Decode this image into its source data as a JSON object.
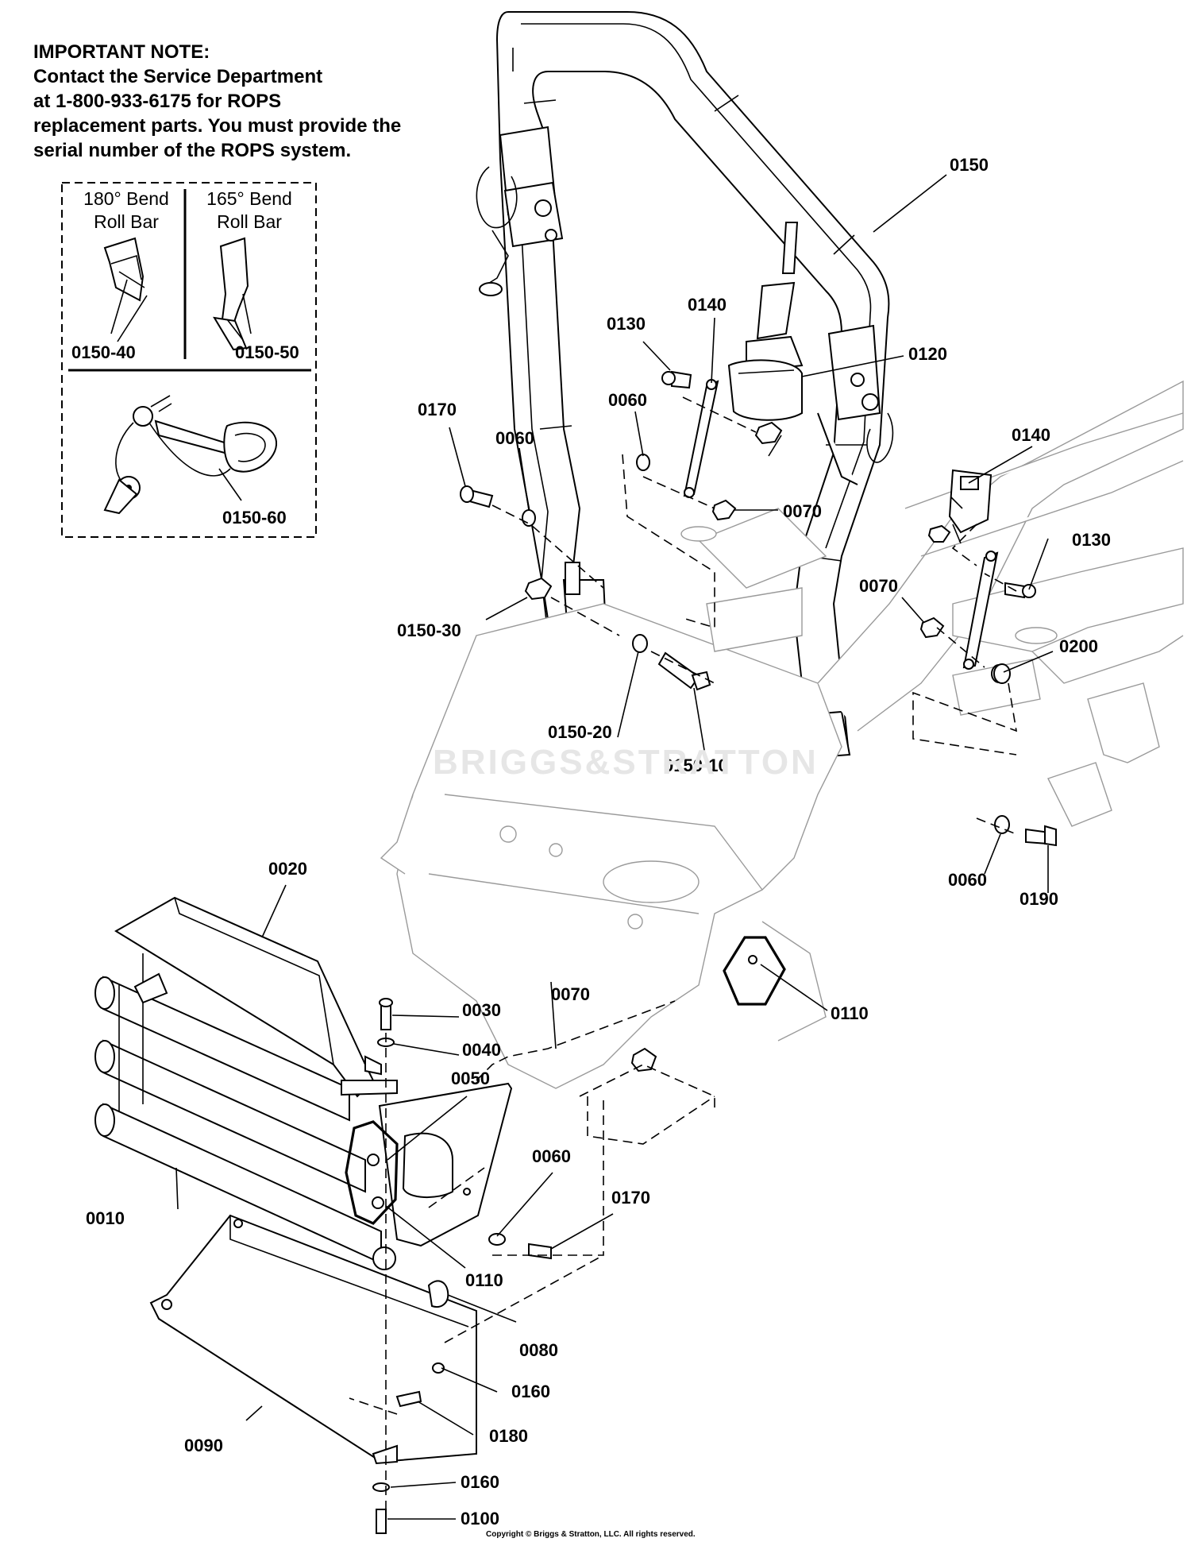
{
  "note": {
    "heading": "IMPORTANT NOTE:",
    "line1": "Contact the Service Department",
    "line2": "at 1-800-933-6175 for ROPS",
    "line3": "replacement parts. You must provide the",
    "line4": "serial number of the ROPS system."
  },
  "inset": {
    "left_title_1": "180° Bend",
    "left_title_2": "Roll Bar",
    "right_title_1": "165° Bend",
    "right_title_2": "Roll Bar",
    "left_part": "0150-40",
    "right_part": "0150-50",
    "bottom_part": "0150-60"
  },
  "callouts": {
    "c0150": "0150",
    "c0140a": "0140",
    "c0130a": "0130",
    "c0120": "0120",
    "c0060a": "0060",
    "c0170a": "0170",
    "c0060b": "0060",
    "c0070a": "0070",
    "c0140b": "0140",
    "c0130b": "0130",
    "c0070b": "0070",
    "c0200": "0200",
    "c0150_30": "0150-30",
    "c0150_20": "0150-20",
    "c0150_10": "0150-10",
    "c0060c": "0060",
    "c0190": "0190",
    "c0020": "0020",
    "c0110a": "0110",
    "c0070c": "0070",
    "c0030": "0030",
    "c0040": "0040",
    "c0050": "0050",
    "c0060d": "0060",
    "c0170b": "0170",
    "c0010": "0010",
    "c0110b": "0110",
    "c0080": "0080",
    "c0160a": "0160",
    "c0180": "0180",
    "c0090": "0090",
    "c0160b": "0160",
    "c0100": "0100"
  },
  "watermark": "BRIGGS&STRATTON",
  "copyright": "Copyright © Briggs & Stratton, LLC. All rights reserved."
}
